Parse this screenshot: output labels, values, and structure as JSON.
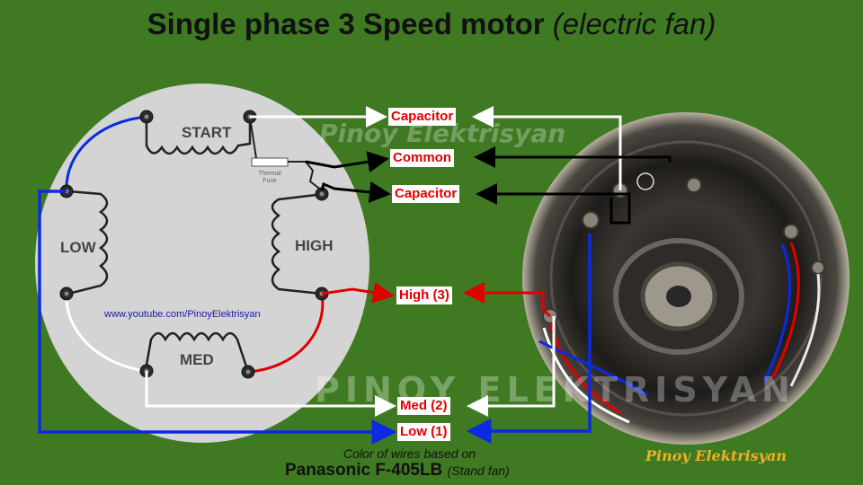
{
  "title": {
    "main": "Single phase 3 Speed motor",
    "sub": "(electric fan)"
  },
  "coils": {
    "start": "START",
    "high": "HIGH",
    "low": "LOW",
    "med": "MED"
  },
  "fuse": {
    "line1": "Thermal",
    "line2": "Fuse"
  },
  "url": "www.youtube.com/PinoyElektrisyan",
  "terminals": {
    "capacitor_1": "Capacitor",
    "common": "Common",
    "capacitor_2": "Capacitor",
    "high": "High (3)",
    "med": "Med (2)",
    "low": "Low (1)"
  },
  "watermark": {
    "top": "Pinoy Elektrisyan",
    "bottom": "PINOY ELEKTRISYAN"
  },
  "footer": {
    "note": "Color of wires based on",
    "model": "Panasonic F-405LB",
    "model_note": "(Stand fan)",
    "brand": "Pinoy Elektrisyan"
  },
  "colors": {
    "background": "#3f7a23",
    "label_text": "#e00000",
    "wire_blue": "#0a2be0",
    "wire_red": "#e00000",
    "wire_white": "#ffffff",
    "wire_black": "#000000",
    "brand": "#f0b020"
  }
}
